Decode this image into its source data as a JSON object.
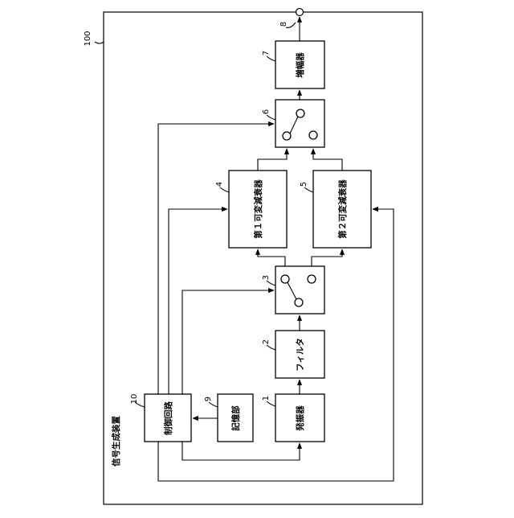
{
  "title": "信号生成装置",
  "device_ref": "100",
  "blocks": {
    "oscillator": {
      "label": "発振器",
      "ref": "1"
    },
    "filter": {
      "label": "フィルタ",
      "ref": "2"
    },
    "switch_in": {
      "label": "",
      "ref": "3"
    },
    "attenuator1": {
      "label": "第１可変減衰器",
      "ref": "4"
    },
    "attenuator2": {
      "label": "第２可変減衰器",
      "ref": "5"
    },
    "switch_out": {
      "label": "",
      "ref": "6"
    },
    "amplifier": {
      "label": "増幅器",
      "ref": "7"
    },
    "output": {
      "label": "",
      "ref": "8"
    },
    "storage": {
      "label": "記憶部",
      "ref": "9"
    },
    "controller": {
      "label": "制御回路",
      "ref": "10"
    }
  },
  "colors": {
    "line": "#000000",
    "background": "#ffffff"
  }
}
